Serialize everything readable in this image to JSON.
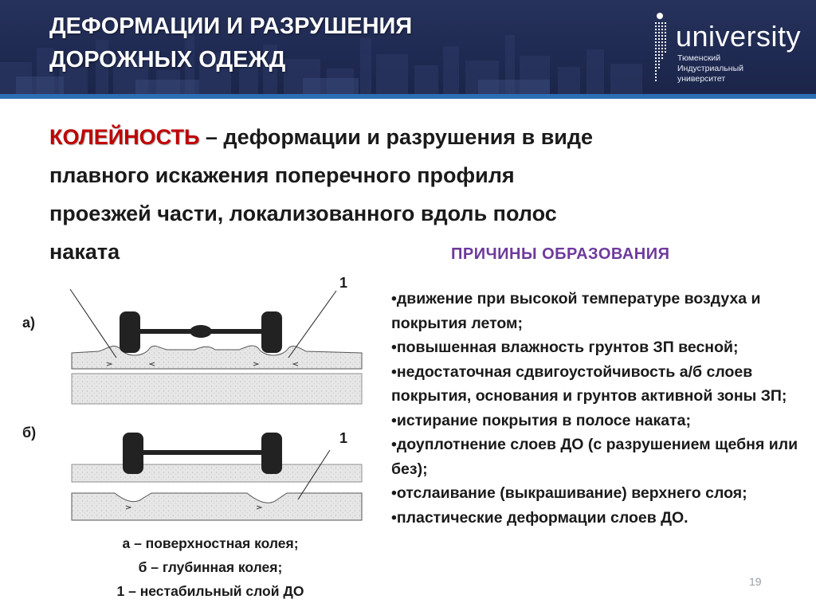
{
  "slide": {
    "title_line1": "ДЕФОРМАЦИИ И РАЗРУШЕНИЯ",
    "title_line2": "ДОРОЖНЫХ ОДЕЖД",
    "logo": {
      "word": "university",
      "sub_line1": "Тюменский",
      "sub_line2": "Индустриальный",
      "sub_line3": "университет"
    },
    "definition": {
      "term": "КОЛЕЙНОСТЬ",
      "line1_rest": " – деформации и разрушения в виде",
      "line2": "плавного искажения поперечного профиля",
      "line3": "проезжей части, локализованного вдоль полос",
      "line4": "наката"
    },
    "causes": {
      "title": "ПРИЧИНЫ ОБРАЗОВАНИЯ",
      "items": [
        "•движение при высокой температуре воздуха и покрытия летом;",
        "•повышенная влажность грунтов ЗП весной;",
        "•недостаточная сдвигоустойчивость а/б слоев покрытия, основания и грунтов активной зоны ЗП;",
        "•истирание покрытия в полосе наката;",
        "•доуплотнение слоев ДО (с разрушением щебня или без);",
        "•отслаивание (выкрашивание) верхнего слоя;",
        "•пластические деформации слоев ДО."
      ]
    },
    "diagram": {
      "label_a": "а)",
      "label_b": "б)",
      "marker_a": "1",
      "marker_b": "1"
    },
    "caption": {
      "line1": "а – поверхностная колея;",
      "line2": "б – глубинная колея;",
      "line3": "1 – нестабильный слой ДО"
    },
    "page_number": "19"
  },
  "colors": {
    "header_bg": "#1f2a52",
    "accent_band": "#2c6fb5",
    "term_red": "#c00000",
    "causes_title_purple": "#6d3a9c"
  }
}
